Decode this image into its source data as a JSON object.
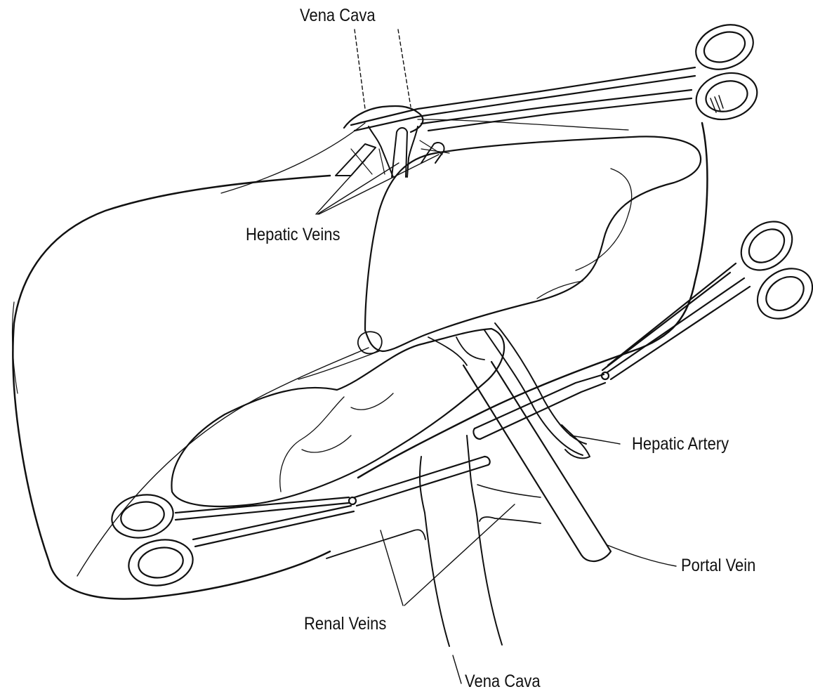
{
  "labels": {
    "vena_cava_top": "Vena Cava",
    "hepatic_veins": "Hepatic Veins",
    "hepatic_artery": "Hepatic Artery",
    "portal_vein": "Portal Vein",
    "renal_veins": "Renal Veins",
    "vena_cava_bottom": "Vena Cava"
  },
  "colors": {
    "ink": "#111111",
    "background": "#ffffff"
  }
}
